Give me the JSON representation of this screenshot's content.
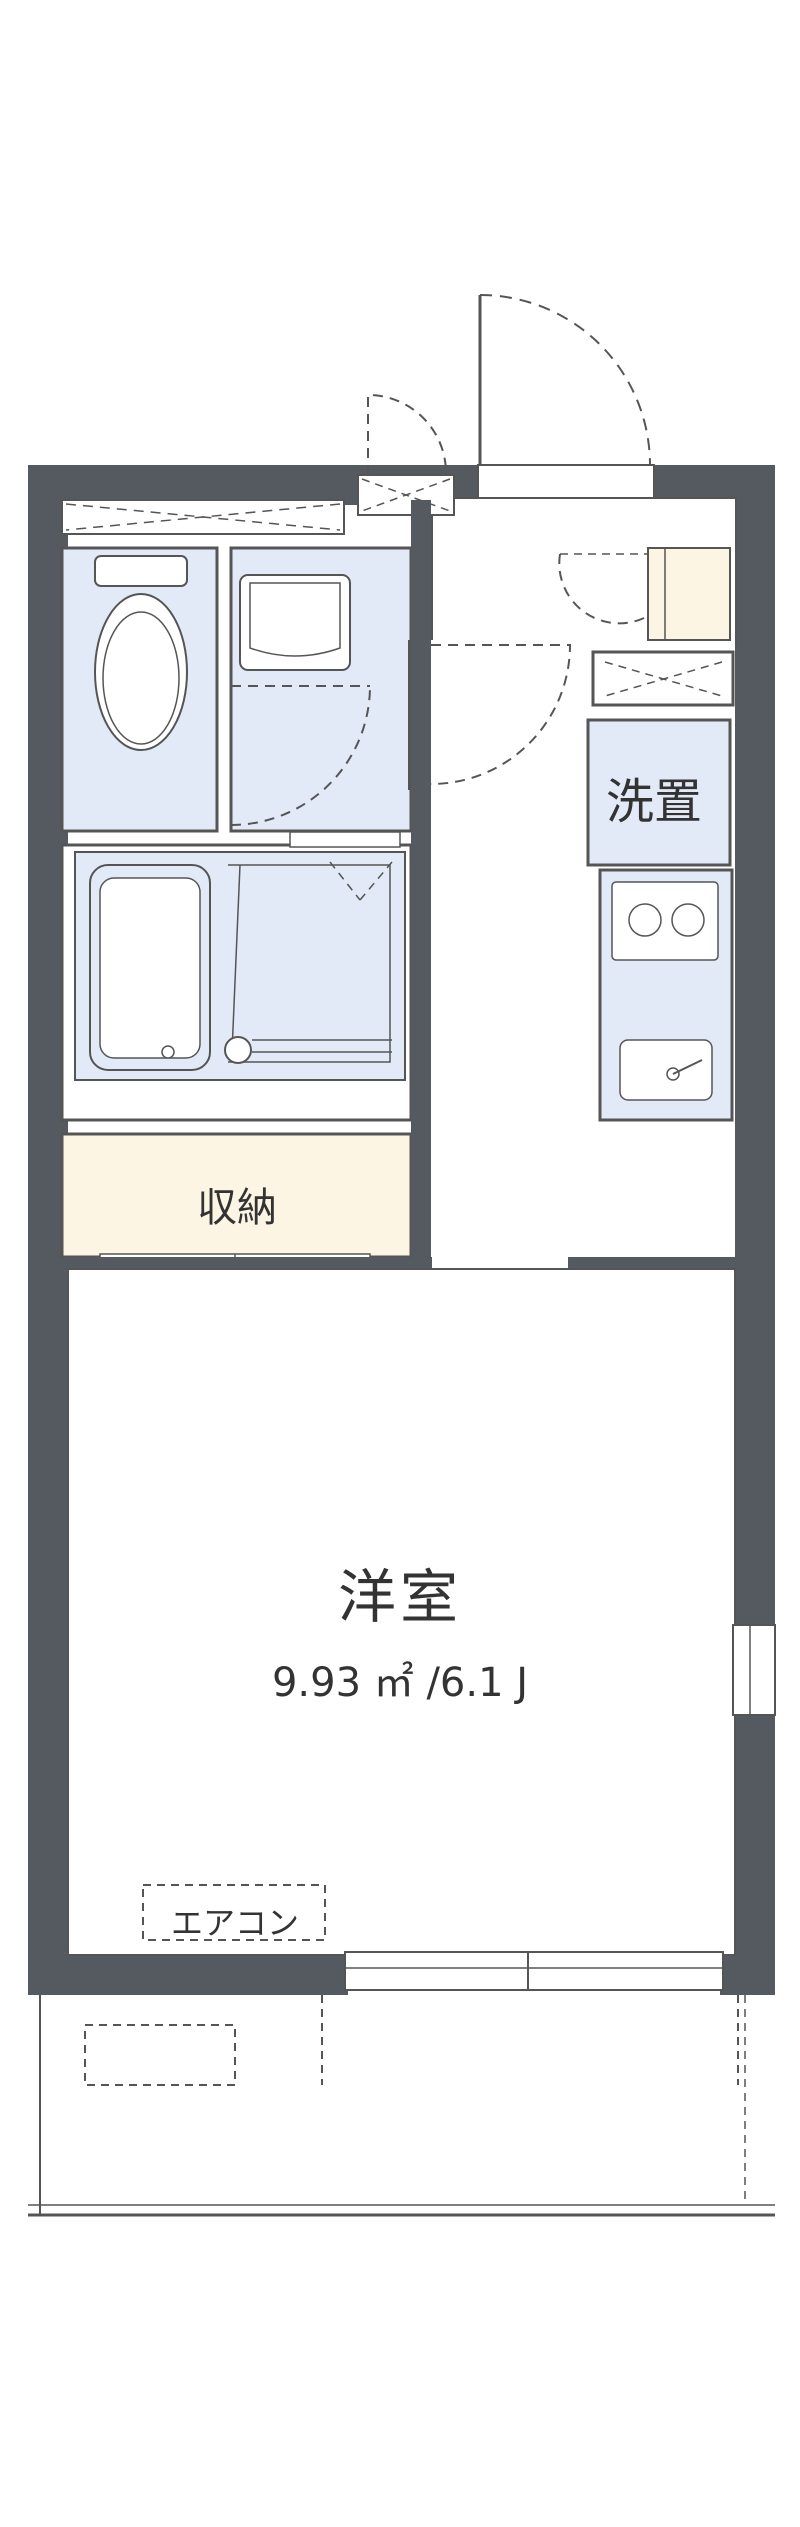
{
  "floorplan": {
    "main_room": {
      "name": "洋室",
      "area": "9.93 ㎡ /6.1 J"
    },
    "storage": {
      "label": "収納"
    },
    "laundry": {
      "label": "洗置"
    },
    "aircon": {
      "label": "エアコン"
    }
  },
  "colors": {
    "wall": "#555a60",
    "wet_area": "#e2eaf7",
    "storage_fill": "#fdf5e3",
    "line": "#555555",
    "text": "#333333"
  }
}
